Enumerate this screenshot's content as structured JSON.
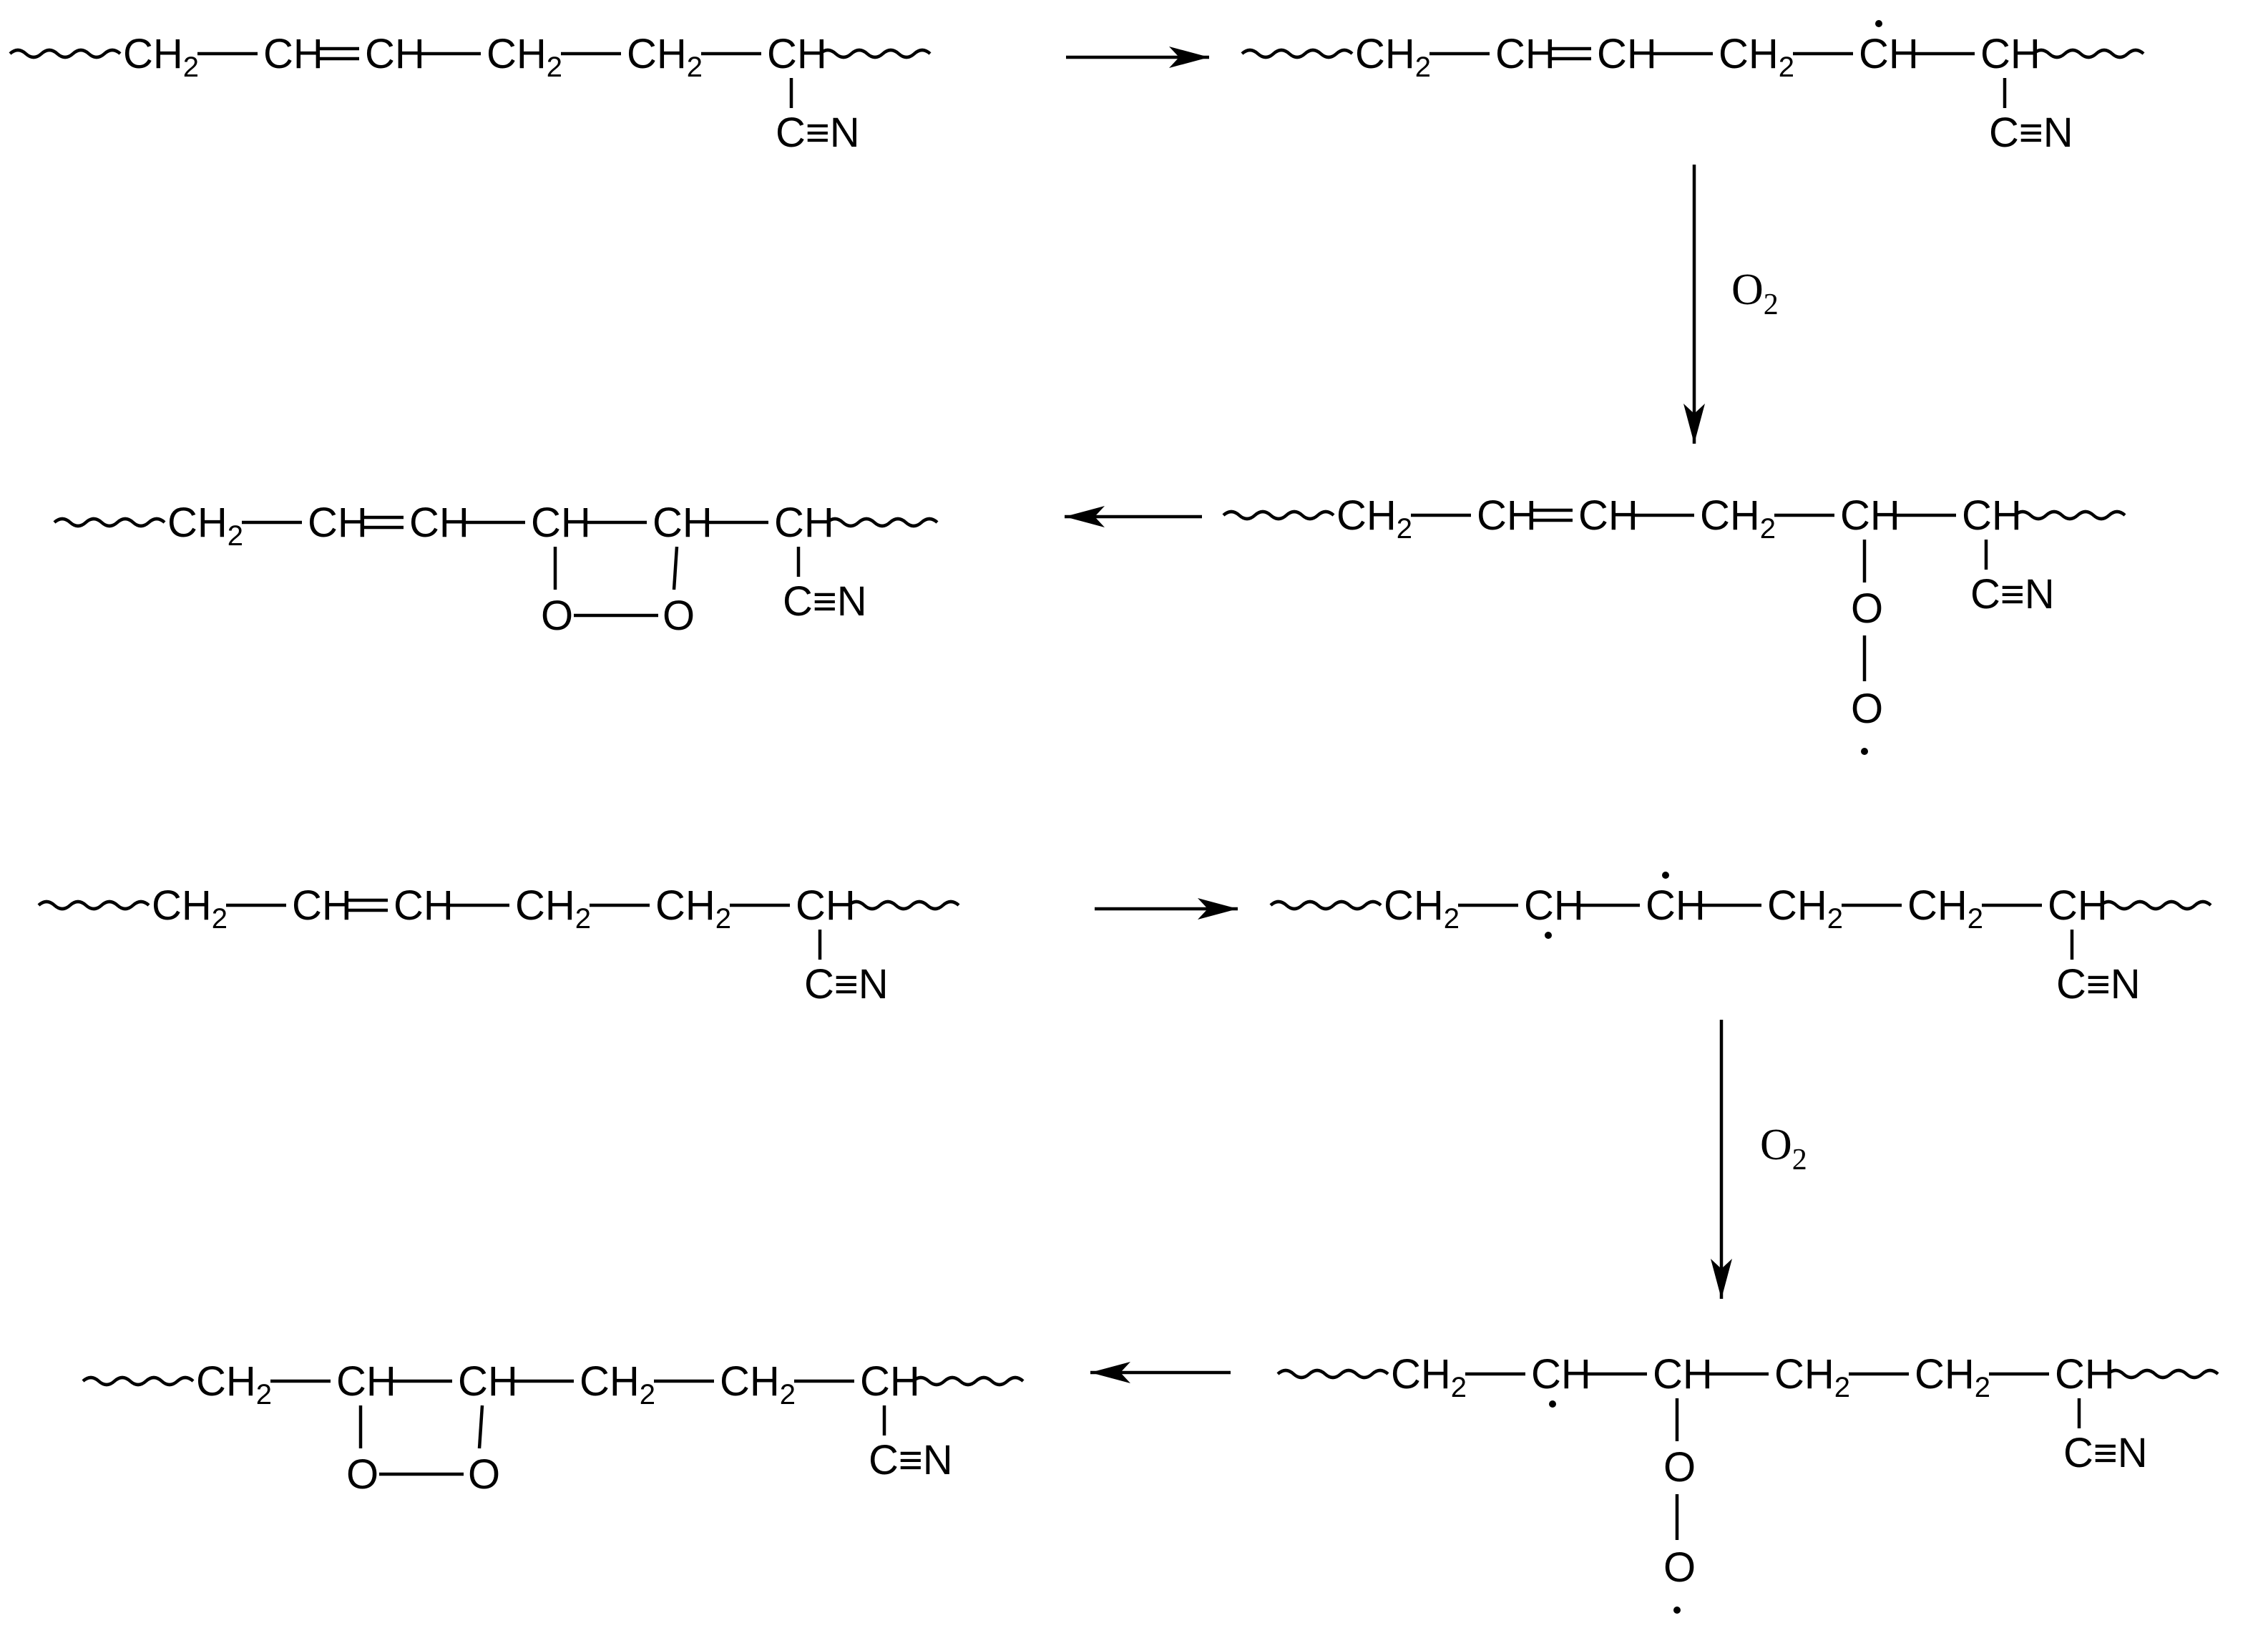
{
  "scheme": {
    "ch2": "CH",
    "ch2_sub": "2",
    "ch": "CH",
    "nitrile": "C≡N",
    "oxygen": "O",
    "reagent": "O",
    "reagent_sub": "2"
  },
  "arrows": [
    {
      "id": "step-1a",
      "label": ""
    },
    {
      "id": "step-1b",
      "label": "O2"
    },
    {
      "id": "step-1c",
      "label": ""
    },
    {
      "id": "step-2a",
      "label": ""
    },
    {
      "id": "step-2b",
      "label": "O2"
    },
    {
      "id": "step-2c",
      "label": ""
    }
  ]
}
